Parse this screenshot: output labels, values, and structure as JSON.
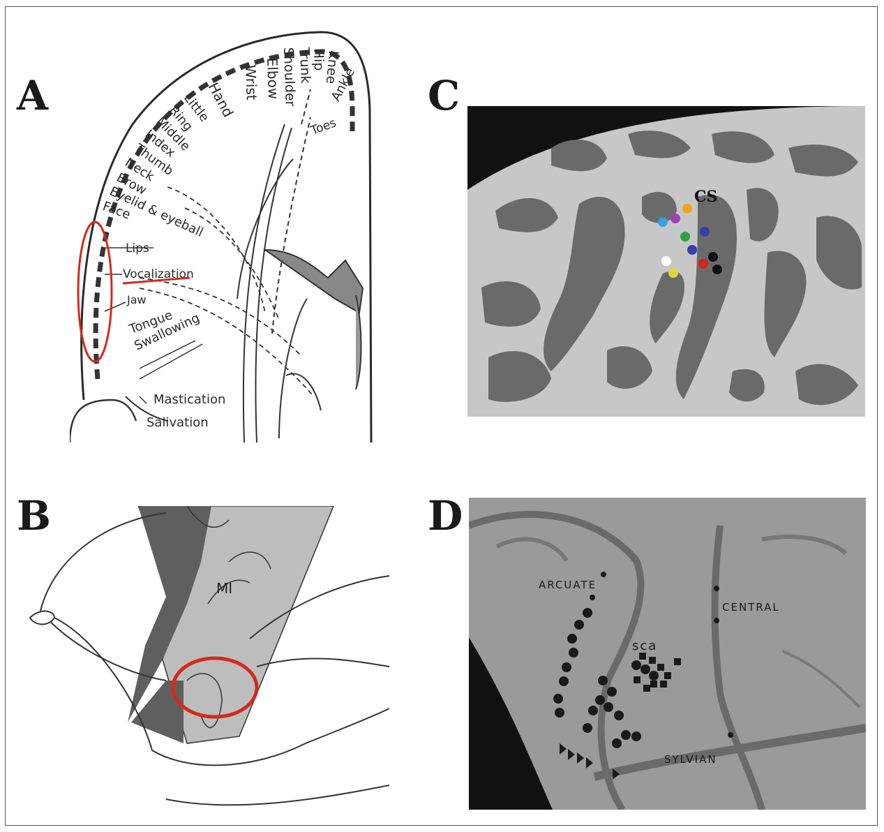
{
  "panels": {
    "A": {
      "label": "A",
      "parts": [
        "Hand",
        "Wrist",
        "Elbow",
        "Shoulder",
        "Trunk",
        "Hip",
        "Knee",
        "Ankle",
        "Toes",
        "Little",
        "Ring",
        "Middle",
        "Index",
        "Thumb",
        "Neck",
        "Brow",
        "Eyelid & eyeball",
        "Face",
        "Lips",
        "Vocalization",
        "Jaw",
        "Tongue",
        "Swallowing",
        "Mastication",
        "Salivation"
      ],
      "highlight_color": "#d42a1e"
    },
    "B": {
      "label": "B",
      "region_label": "MI",
      "highlight_color": "#d42a1e"
    },
    "C": {
      "label": "C",
      "sulcus_label": "CS",
      "dot_colors": [
        "#f4a51c",
        "#9b43b3",
        "#3aa0de",
        "#2f9e44",
        "#3a3fa6",
        "#3a3fa6",
        "#ffffff",
        "#e5d53a",
        "#d3251c",
        "#111111",
        "#111111"
      ]
    },
    "D": {
      "label": "D",
      "sulci": [
        "ARCUATE",
        "CENTRAL",
        "SYLVIAN"
      ],
      "site_label": "sca"
    }
  }
}
